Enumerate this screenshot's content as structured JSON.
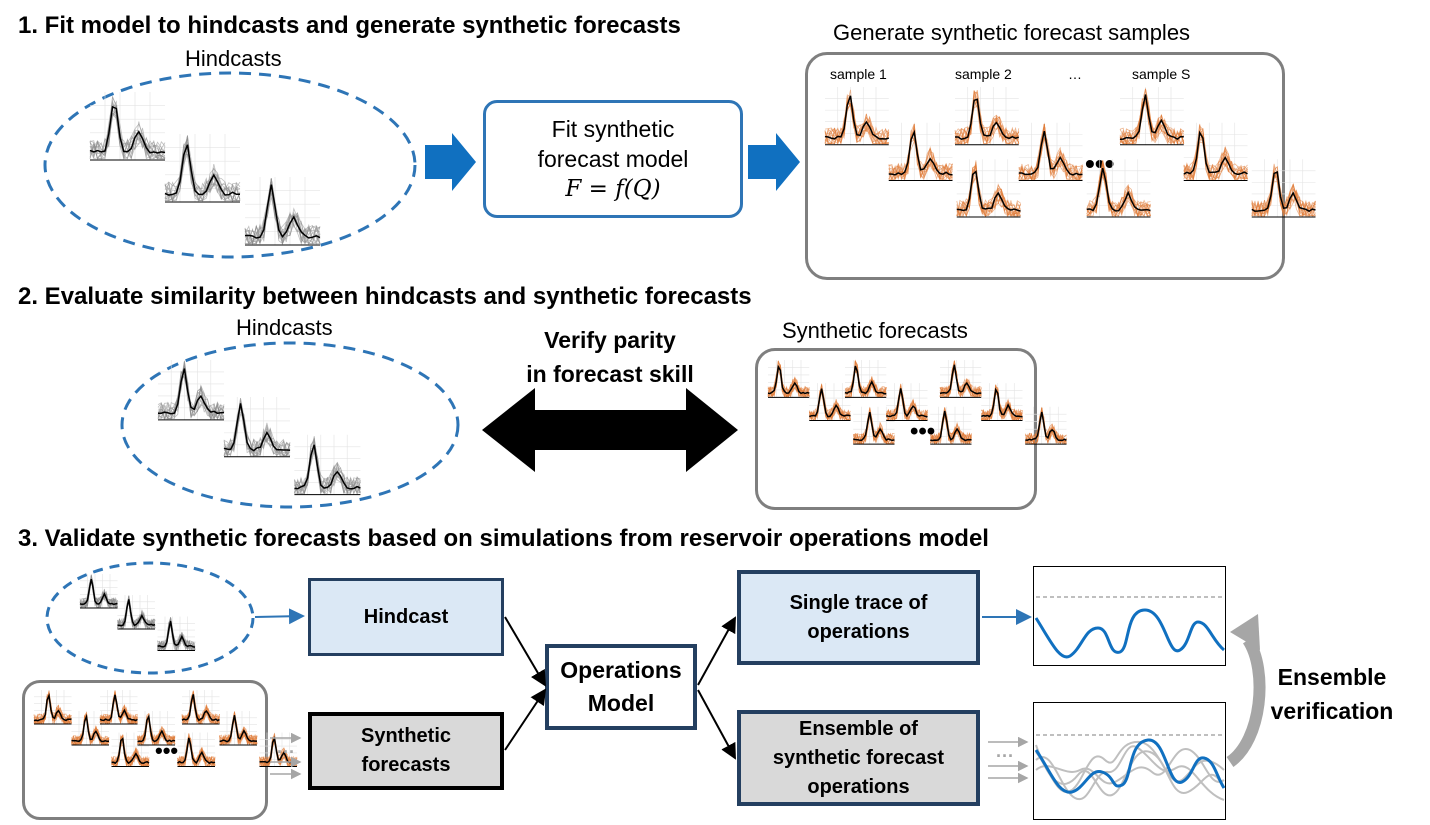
{
  "section1": {
    "heading": "1. Fit model to hindcasts and generate synthetic forecasts",
    "hindcasts_label": "Hindcasts",
    "fit_box_line1": "Fit synthetic",
    "fit_box_line2": "forecast model",
    "fit_box_equation": "F = f(Q)",
    "samples_title": "Generate synthetic forecast samples",
    "sample_labels": [
      "sample 1",
      "sample 2",
      "…",
      "sample S"
    ],
    "ellipsis": "•••"
  },
  "section2": {
    "heading": "2. Evaluate similarity between hindcasts and synthetic forecasts",
    "hindcasts_label": "Hindcasts",
    "verify_line1": "Verify parity",
    "verify_line2": "in forecast skill",
    "synthetic_label": "Synthetic forecasts",
    "ellipsis": "•••"
  },
  "section3": {
    "heading": "3. Validate synthetic forecasts based on simulations from reservoir operations model",
    "hindcast_box": "Hindcast",
    "synthetic_box_line1": "Synthetic",
    "synthetic_box_line2": "forecasts",
    "ops_model_line1": "Operations",
    "ops_model_line2": "Model",
    "single_trace_line1": "Single trace of",
    "single_trace_line2": "operations",
    "ensemble_line1": "Ensemble of",
    "ensemble_line2": "synthetic forecast",
    "ensemble_line3": "operations",
    "verification_line1": "Ensemble",
    "verification_line2": "verification",
    "ellipsis": "•••",
    "small_dots": "···"
  },
  "colors": {
    "blue": "#2e75b6",
    "dark_blue": "#1f4e79",
    "arrow_blue": "#1070c0",
    "orange": "#e07b39",
    "gray_box": "#7f7f7f",
    "light_blue_fill": "#dbe8f5",
    "light_gray_fill": "#d9d9d9",
    "navy_border": "#243f60"
  }
}
